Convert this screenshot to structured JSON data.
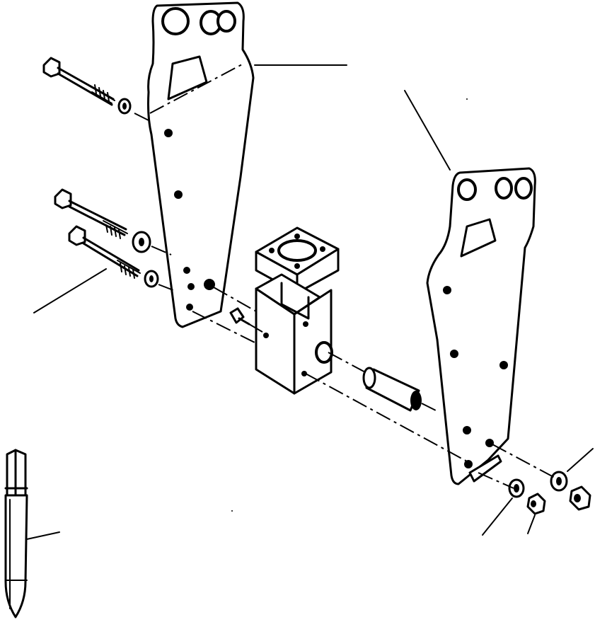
{
  "diagram": {
    "parts": [
      {
        "name": "left-bracket"
      },
      {
        "name": "right-bracket"
      },
      {
        "name": "valve-block"
      },
      {
        "name": "pin"
      },
      {
        "name": "chisel-tool"
      },
      {
        "name": "long-bolts"
      },
      {
        "name": "washers"
      },
      {
        "name": "nuts"
      }
    ],
    "leader_lines": 7,
    "labels": []
  }
}
